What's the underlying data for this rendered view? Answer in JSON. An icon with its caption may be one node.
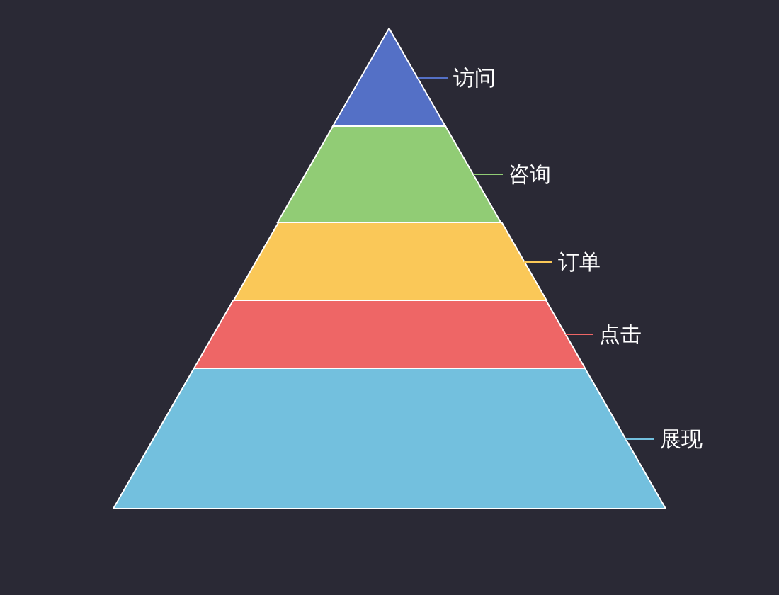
{
  "diagram": {
    "nodes": [
      {
        "text": [],
        "shape": "triangle"
      },
      {
        "text": [],
        "shape": "trapezoid"
      },
      {
        "text": [],
        "shape": "trapezoid"
      },
      {
        "text": [],
        "shape": "trapezoid"
      },
      {
        "text": [],
        "shape": "trapezoid"
      },
      {
        "text": [
          "访问"
        ]
      },
      {
        "text": [
          "咨询"
        ]
      },
      {
        "text": [
          "订单"
        ]
      },
      {
        "text": [
          "点击"
        ]
      },
      {
        "text": [
          "展现"
        ]
      }
    ],
    "edges": [
      {
        "from": 5,
        "to": 0,
        "arrow": "none",
        "color": "#5470c6"
      },
      {
        "from": 6,
        "to": 1,
        "arrow": "none",
        "color": "#91cc75"
      },
      {
        "from": 7,
        "to": 2,
        "arrow": "none",
        "color": "#fac858"
      },
      {
        "from": 8,
        "to": 3,
        "arrow": "none",
        "color": "#ee6666"
      },
      {
        "from": 9,
        "to": 4,
        "arrow": "none",
        "color": "#73c0de"
      }
    ]
  }
}
